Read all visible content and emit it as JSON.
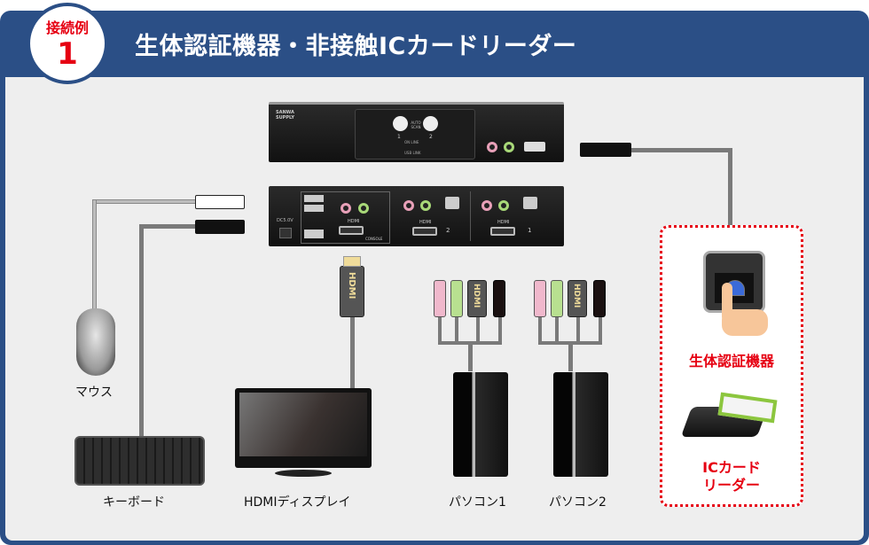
{
  "header": {
    "badge_label": "接続例",
    "badge_number": "1",
    "title": "生体認証機器・非接触ICカードリーダー"
  },
  "kvm_front": {
    "brand": "SANWA SUPPLY",
    "button_label": "AUTO SCAN",
    "port1": "1",
    "port2": "2",
    "online_label": "ON LINE",
    "usb_link_label": "USB LINK"
  },
  "kvm_rear": {
    "dc_label": "DC5.0V",
    "console_label": "CONSOLE",
    "hdmi_label": "HDMI",
    "pc2_number": "2",
    "pc1_number": "1"
  },
  "devices": {
    "mouse": "マウス",
    "keyboard": "キーボード",
    "display": "HDMIディスプレイ",
    "pc1": "パソコン1",
    "pc2": "パソコン2"
  },
  "highlight_box": {
    "biometric_label": "生体認証機器",
    "ic_reader_label_line1": "ICカード",
    "ic_reader_label_line2": "リーダー"
  },
  "connectors": {
    "hdmi_text": "HDMI"
  },
  "colors": {
    "frame": "#2b4f86",
    "accent_red": "#e60012",
    "background": "#eeeeee",
    "cable": "#7a7a7a",
    "mic_pink": "#e8a0b8",
    "audio_green": "#a8d878",
    "hdmi_gold": "#f0dc9a"
  }
}
